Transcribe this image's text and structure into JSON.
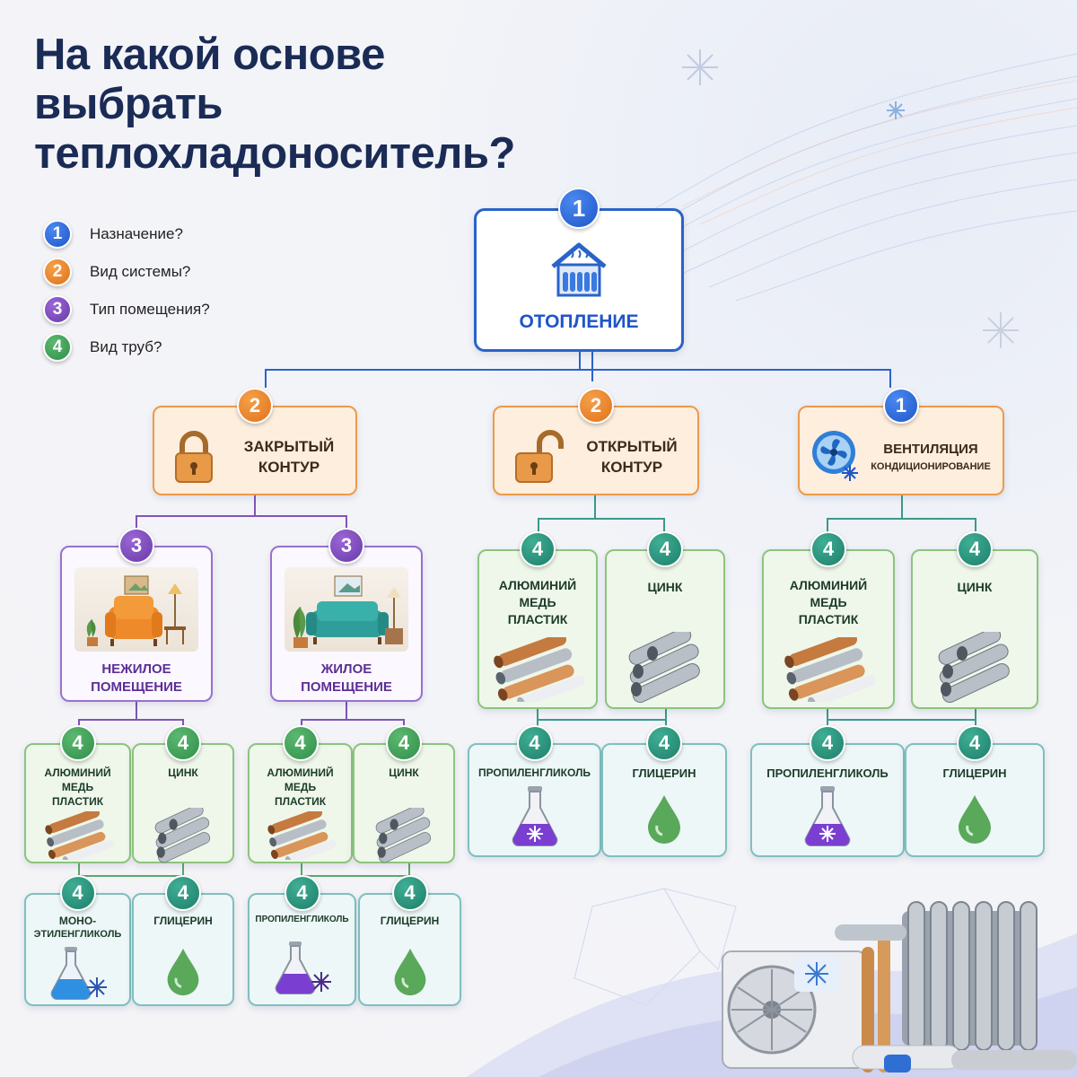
{
  "title": {
    "line1": "На какой основе",
    "line2": "выбрать",
    "line3": "теплохладоноситель?"
  },
  "legend": [
    {
      "num": "1",
      "text": "Назначение?"
    },
    {
      "num": "2",
      "text": "Вид системы?"
    },
    {
      "num": "3",
      "text": "Тип помещения?"
    },
    {
      "num": "4",
      "text": "Вид труб?"
    }
  ],
  "colors": {
    "level1": "#1f55c8",
    "level2": "#e0731a",
    "level3": "#6a3aa8",
    "level4": "#2f8f49",
    "accent": "#1a2b55"
  },
  "nodes": {
    "root": {
      "num": "1",
      "label": "ОТОПЛЕНИЕ",
      "icon": "house-radiator-icon"
    },
    "closed": {
      "num": "2",
      "line1": "ЗАКРЫТЫЙ",
      "line2": "КОНТУР",
      "icon": "lock-closed-icon"
    },
    "open": {
      "num": "2",
      "line1": "ОТКРЫТЫЙ",
      "line2": "КОНТУР",
      "icon": "lock-open-icon"
    },
    "vent": {
      "num": "1",
      "line1": "ВЕНТИЛЯЦИЯ",
      "line2": "КОНДИЦИОНИРОВАНИЕ",
      "icon": "fan-snowflake-icon"
    },
    "nonres": {
      "num": "3",
      "line1": "НЕЖИЛОЕ",
      "line2": "ПОМЕЩЕНИЕ",
      "icon": "armchair-room-icon"
    },
    "res": {
      "num": "3",
      "line1": "ЖИЛОЕ",
      "line2": "ПОМЕЩЕНИЕ",
      "icon": "sofa-room-icon"
    },
    "open_amp": {
      "num": "4",
      "line1": "АЛЮМИНИЙ",
      "line2": "МЕДЬ",
      "line3": "ПЛАСТИК",
      "icon": "mixed-pipes-icon"
    },
    "open_zinc": {
      "num": "4",
      "line1": "ЦИНК",
      "icon": "steel-pipes-icon"
    },
    "vent_amp": {
      "num": "4",
      "line1": "АЛЮМИНИЙ",
      "line2": "МЕДЬ",
      "line3": "ПЛАСТИК",
      "icon": "mixed-pipes-icon"
    },
    "vent_zinc": {
      "num": "4",
      "line1": "ЦИНК",
      "icon": "steel-pipes-icon"
    },
    "nr_amp": {
      "num": "4",
      "line1": "АЛЮМИНИЙ",
      "line2": "МЕДЬ",
      "line3": "ПЛАСТИК",
      "icon": "mixed-pipes-icon"
    },
    "nr_zinc": {
      "num": "4",
      "line1": "ЦИНК",
      "icon": "steel-pipes-icon"
    },
    "r_amp": {
      "num": "4",
      "line1": "АЛЮМИНИЙ",
      "line2": "МЕДЬ",
      "line3": "ПЛАСТИК",
      "icon": "mixed-pipes-icon"
    },
    "r_zinc": {
      "num": "4",
      "line1": "ЦИНК",
      "icon": "steel-pipes-icon"
    },
    "open_prop": {
      "num": "4",
      "line1": "ПРОПИЛЕНГЛИКОЛЬ",
      "icon": "flask-purple-icon"
    },
    "open_gly": {
      "num": "4",
      "line1": "ГЛИЦЕРИН",
      "icon": "green-drop-icon"
    },
    "vent_prop": {
      "num": "4",
      "line1": "ПРОПИЛЕНГЛИКОЛЬ",
      "icon": "flask-purple-icon"
    },
    "vent_gly": {
      "num": "4",
      "line1": "ГЛИЦЕРИН",
      "icon": "green-drop-icon"
    },
    "nr_mono": {
      "num": "4",
      "line1": "МОНО-",
      "line2": "ЭТИЛЕНГЛИКОЛЬ",
      "icon": "flask-blue-icon"
    },
    "nr_gly": {
      "num": "4",
      "line1": "ГЛИЦЕРИН",
      "icon": "green-drop-icon"
    },
    "r_prop": {
      "num": "4",
      "line1": "ПРОПИЛЕНГЛИКОЛЬ",
      "icon": "flask-purple-icon"
    },
    "r_gly": {
      "num": "4",
      "line1": "ГЛИЦЕРИН",
      "icon": "green-drop-icon"
    }
  }
}
